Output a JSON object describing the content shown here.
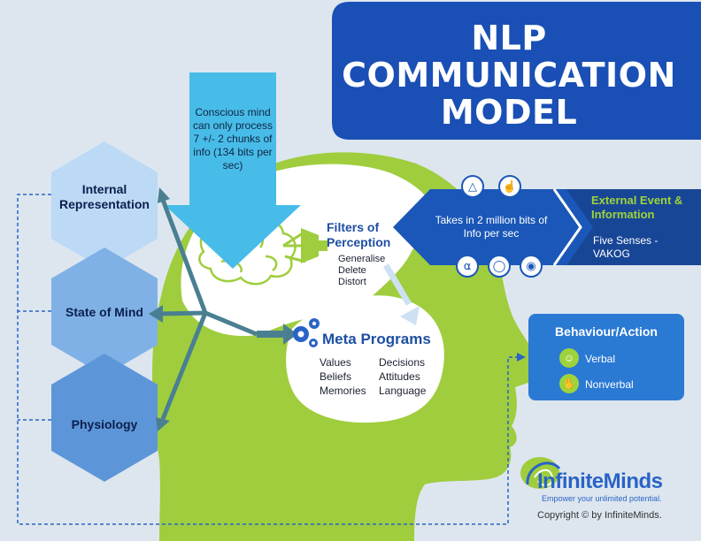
{
  "title": {
    "line1": "NLP",
    "line2": "COMMUNICATION",
    "line3": "MODEL"
  },
  "left_states": [
    {
      "label": "Internal Representation"
    },
    {
      "label": "State of Mind"
    },
    {
      "label": "Physiology"
    }
  ],
  "conscious_mind": {
    "text": "Conscious mind can only process 7 +/- 2 chunks of info (134 bits per sec)"
  },
  "filters": {
    "title": "Filters of Perception",
    "items": [
      "Generalise",
      "Delete",
      "Distort"
    ]
  },
  "meta_programs": {
    "title": "Meta Programs",
    "col1": [
      "Values",
      "Beliefs",
      "Memories"
    ],
    "col2": [
      "Decisions",
      "Attitudes",
      "Language"
    ]
  },
  "input": {
    "takes": "Takes in 2 million bits of Info per sec",
    "external_title": "External Event & Information",
    "external_sub": "Five Senses  - VAKOG",
    "senses_icons": [
      "nose-icon",
      "touch-hand-icon",
      "ear-icon",
      "lips-icon",
      "eye-icon"
    ]
  },
  "behaviour": {
    "title": "Behaviour/Action",
    "items": [
      "Verbal",
      "Nonverbal"
    ]
  },
  "brand": {
    "name": "InfiniteMinds",
    "tagline": "Empower your unlimited potential.",
    "copyright": "Copyright © by InfiniteMinds."
  },
  "colors": {
    "background": "#dde6ee",
    "title_blue": "#1a4fb5",
    "head_green": "#9fcd3e",
    "hex_light": "#bcd9f5",
    "hex_mid": "#7fb1e6",
    "arrow_teal": "#4a7f92",
    "brand_blue": "#2a63c7"
  }
}
